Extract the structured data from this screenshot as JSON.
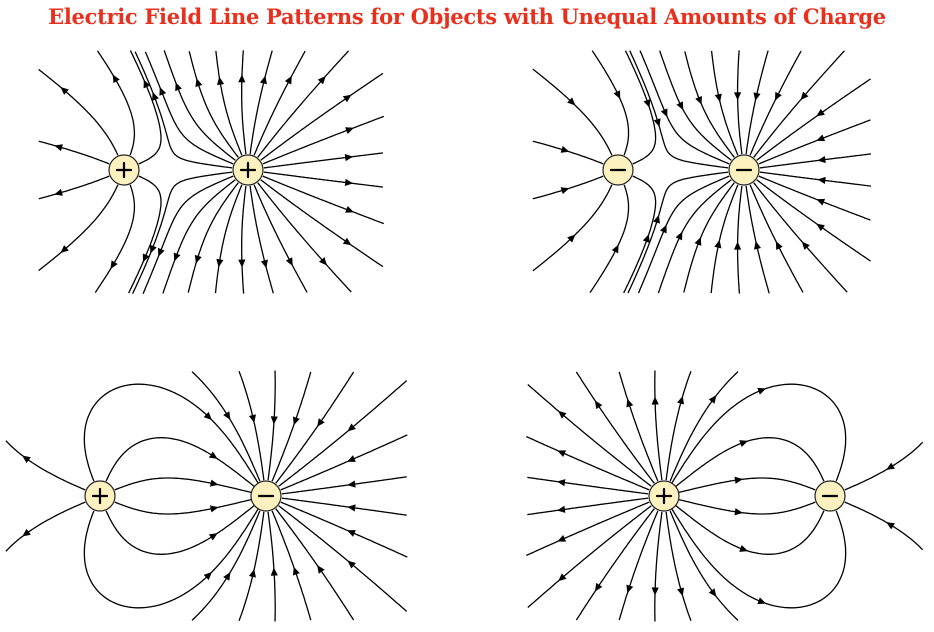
{
  "title": "Electric Field Line Patterns for Objects with Unequal Amounts of Charge",
  "colors": {
    "title": "#e8301e",
    "charge_fill": "#fdf1c0",
    "field_line": "#000000"
  },
  "panels": [
    {
      "id": "top-left",
      "charges": [
        {
          "name": "small-positive-charge",
          "sign": "+",
          "q": 1
        },
        {
          "name": "large-positive-charge",
          "sign": "+",
          "q": 3
        }
      ]
    },
    {
      "id": "top-right",
      "charges": [
        {
          "name": "small-negative-charge",
          "sign": "-",
          "q": -1
        },
        {
          "name": "large-negative-charge",
          "sign": "-",
          "q": -3
        }
      ]
    },
    {
      "id": "bottom-left",
      "charges": [
        {
          "name": "small-positive-charge",
          "sign": "+",
          "q": 1
        },
        {
          "name": "large-negative-charge",
          "sign": "-",
          "q": -3
        }
      ]
    },
    {
      "id": "bottom-right",
      "charges": [
        {
          "name": "large-positive-charge",
          "sign": "+",
          "q": 3
        },
        {
          "name": "small-negative-charge",
          "sign": "-",
          "q": -1
        }
      ]
    }
  ]
}
